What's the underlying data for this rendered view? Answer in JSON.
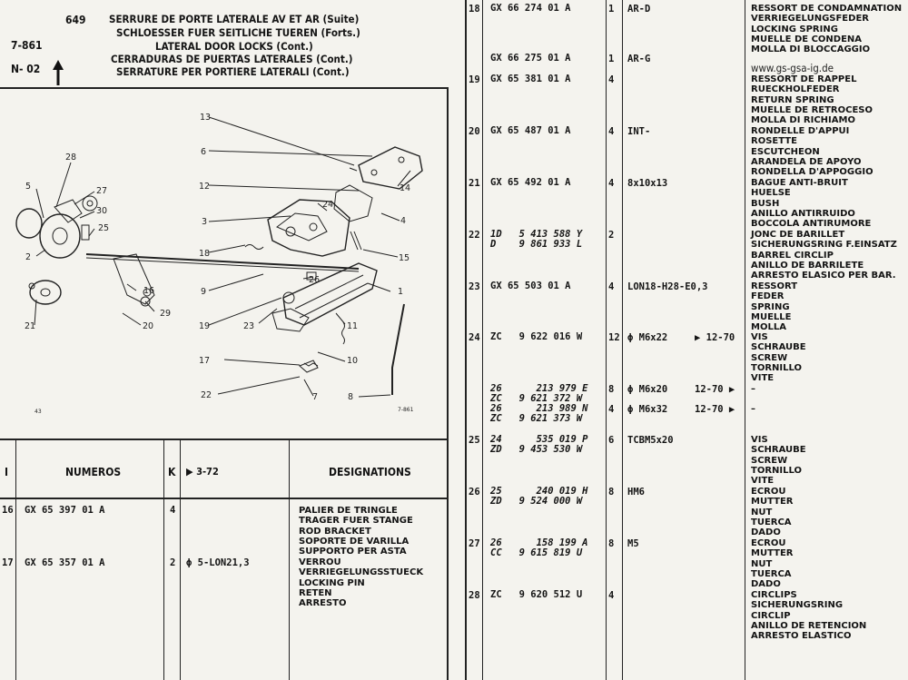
{
  "header": {
    "page_number": "649",
    "date_code": "7-861",
    "n_code": "N- 02",
    "titles": [
      "SERRURE DE PORTE LATERALE AV ET AR (Suite)",
      "SCHLOESSER FUER SEITLICHE TUEREN (Forts.)",
      "LATERAL DOOR LOCKS (Cont.)",
      "CERRADURAS DE PUERTAS LATERALES (Cont.)",
      "SERRATURE PER PORTIERE LATERALI (Cont.)"
    ],
    "website": "www.gs-gsa-ig.de"
  },
  "diagram": {
    "callouts": [
      "13",
      "6",
      "12",
      "3",
      "18",
      "9",
      "19",
      "17",
      "22",
      "28",
      "5",
      "27",
      "30",
      "25",
      "2",
      "16",
      "29",
      "20",
      "21",
      "24",
      "14",
      "4",
      "15",
      "26",
      "23",
      "1",
      "11",
      "10",
      "7",
      "8"
    ],
    "stamp_left": "43",
    "stamp_right": "7-861"
  },
  "left_table": {
    "headers": {
      "index": "I",
      "numeros": "NUMEROS",
      "k": "K",
      "date": "3-72",
      "designations": "DESIGNATIONS"
    },
    "rows": [
      {
        "idx": "16",
        "num": "GX 65 397 01 A",
        "k": "4",
        "spec": "",
        "des": [
          "PALIER DE TRINGLE",
          "TRAGER FUER STANGE",
          "ROD BRACKET",
          "SOPORTE DE VARILLA",
          "SUPPORTO PER ASTA"
        ]
      },
      {
        "idx": "17",
        "num": "GX 65 357 01 A",
        "k": "2",
        "spec": "ϕ 5-LON21,3",
        "des": [
          "VERROU",
          "VERRIEGELUNGSSTUECK",
          "LOCKING PIN",
          "RETEN",
          "ARRESTO"
        ]
      }
    ]
  },
  "right_table": {
    "rows": [
      {
        "idx": "18",
        "nums": [
          "GX 66 274 01 A"
        ],
        "k": [
          "1"
        ],
        "spec": [
          "AR-D"
        ],
        "date": [],
        "des": [
          "RESSORT DE CONDAMNATION",
          "VERRIEGELUNGSFEDER",
          "LOCKING SPRING",
          "MUELLE DE CONDENA",
          "MOLLA DI BLOCCAGGIO"
        ]
      },
      {
        "idx": "",
        "nums": [
          "GX 66 275 01 A"
        ],
        "k": [
          "1"
        ],
        "spec": [
          "AR-G"
        ],
        "date": [],
        "des": []
      },
      {
        "idx": "19",
        "nums": [
          "GX 65 381 01 A"
        ],
        "k": [
          "4"
        ],
        "spec": [],
        "date": [],
        "des": [
          "RESSORT DE RAPPEL",
          "RUECKHOLFEDER",
          "RETURN SPRING",
          "MUELLE DE RETROCESO",
          "MOLLA DI RICHIAMO"
        ]
      },
      {
        "idx": "20",
        "nums": [
          "GX 65 487 01 A"
        ],
        "k": [
          "4"
        ],
        "spec": [
          "INT-"
        ],
        "date": [],
        "des": [
          "RONDELLE D'APPUI",
          "ROSETTE",
          "ESCUTCHEON",
          "ARANDELA DE APOYO",
          "RONDELLA D'APPOGGIO"
        ]
      },
      {
        "idx": "21",
        "nums": [
          "GX 65 492 01 A"
        ],
        "k": [
          "4"
        ],
        "spec": [
          "8x10x13"
        ],
        "date": [],
        "des": [
          "BAGUE ANTI-BRUIT",
          "HUELSE",
          "BUSH",
          "ANILLO ANTIRRUIDO",
          "BOCCOLA ANTIRUMORE"
        ]
      },
      {
        "idx": "22",
        "nums": [
          "1D   5 413 588 Y",
          "D    9 861 933 L"
        ],
        "k": [
          "2"
        ],
        "spec": [],
        "date": [],
        "des": [
          "JONC DE BARILLET",
          "SICHERUNGSRING F.EINSATZ",
          "BARREL CIRCLIP",
          "ANILLO DE BARRILETE",
          "ARRESTO ELASICO PER BAR."
        ]
      },
      {
        "idx": "23",
        "nums": [
          "GX 65 503 01 A"
        ],
        "k": [
          "4"
        ],
        "spec": [
          "LON18-H28-E0,3"
        ],
        "date": [],
        "des": [
          "RESSORT",
          "FEDER",
          "SPRING",
          "MUELLE",
          "MOLLA"
        ]
      },
      {
        "idx": "24",
        "nums": [
          "ZC   9 622 016 W"
        ],
        "k": [
          "12"
        ],
        "spec": [
          "ϕ M6x22"
        ],
        "date": [
          "▶ 12-70"
        ],
        "des": [
          "VIS",
          "SCHRAUBE",
          "SCREW",
          "TORNILLO",
          "VITE"
        ]
      },
      {
        "idx": "",
        "nums": [
          "26      213 979 E",
          "ZC   9 621 372 W"
        ],
        "k": [
          "8"
        ],
        "spec": [
          "ϕ M6x20"
        ],
        "date": [
          "12-70 ▶"
        ],
        "des": [
          "–"
        ]
      },
      {
        "idx": "",
        "nums": [
          "26      213 989 N",
          "ZC   9 621 373 W"
        ],
        "k": [
          "4"
        ],
        "spec": [
          "ϕ M6x32"
        ],
        "date": [
          "12-70 ▶"
        ],
        "des": [
          "–"
        ]
      },
      {
        "idx": "25",
        "nums": [
          "24      535 019 P",
          "ZD   9 453 530 W"
        ],
        "k": [
          "6"
        ],
        "spec": [
          "TCBM5x20"
        ],
        "date": [],
        "des": [
          "VIS",
          "SCHRAUBE",
          "SCREW",
          "TORNILLO",
          "VITE"
        ]
      },
      {
        "idx": "26",
        "nums": [
          "25      240 019 H",
          "ZD   9 524 000 W"
        ],
        "k": [
          "8"
        ],
        "spec": [
          "HM6"
        ],
        "date": [],
        "des": [
          "ECROU",
          "MUTTER",
          "NUT",
          "TUERCA",
          "DADO"
        ]
      },
      {
        "idx": "27",
        "nums": [
          "26      158 199 A",
          "CC   9 615 819 U"
        ],
        "k": [
          "8"
        ],
        "spec": [
          "M5"
        ],
        "date": [],
        "des": [
          "ECROU",
          "MUTTER",
          "NUT",
          "TUERCA",
          "DADO"
        ]
      },
      {
        "idx": "28",
        "nums": [
          "ZC   9 620 512 U"
        ],
        "k": [
          "4"
        ],
        "spec": [],
        "date": [],
        "des": [
          "CIRCLIPS",
          "SICHERUNGSRING",
          "CIRCLIP",
          "ANILLO DE RETENCION",
          "ARRESTO ELASTICO"
        ]
      }
    ]
  }
}
